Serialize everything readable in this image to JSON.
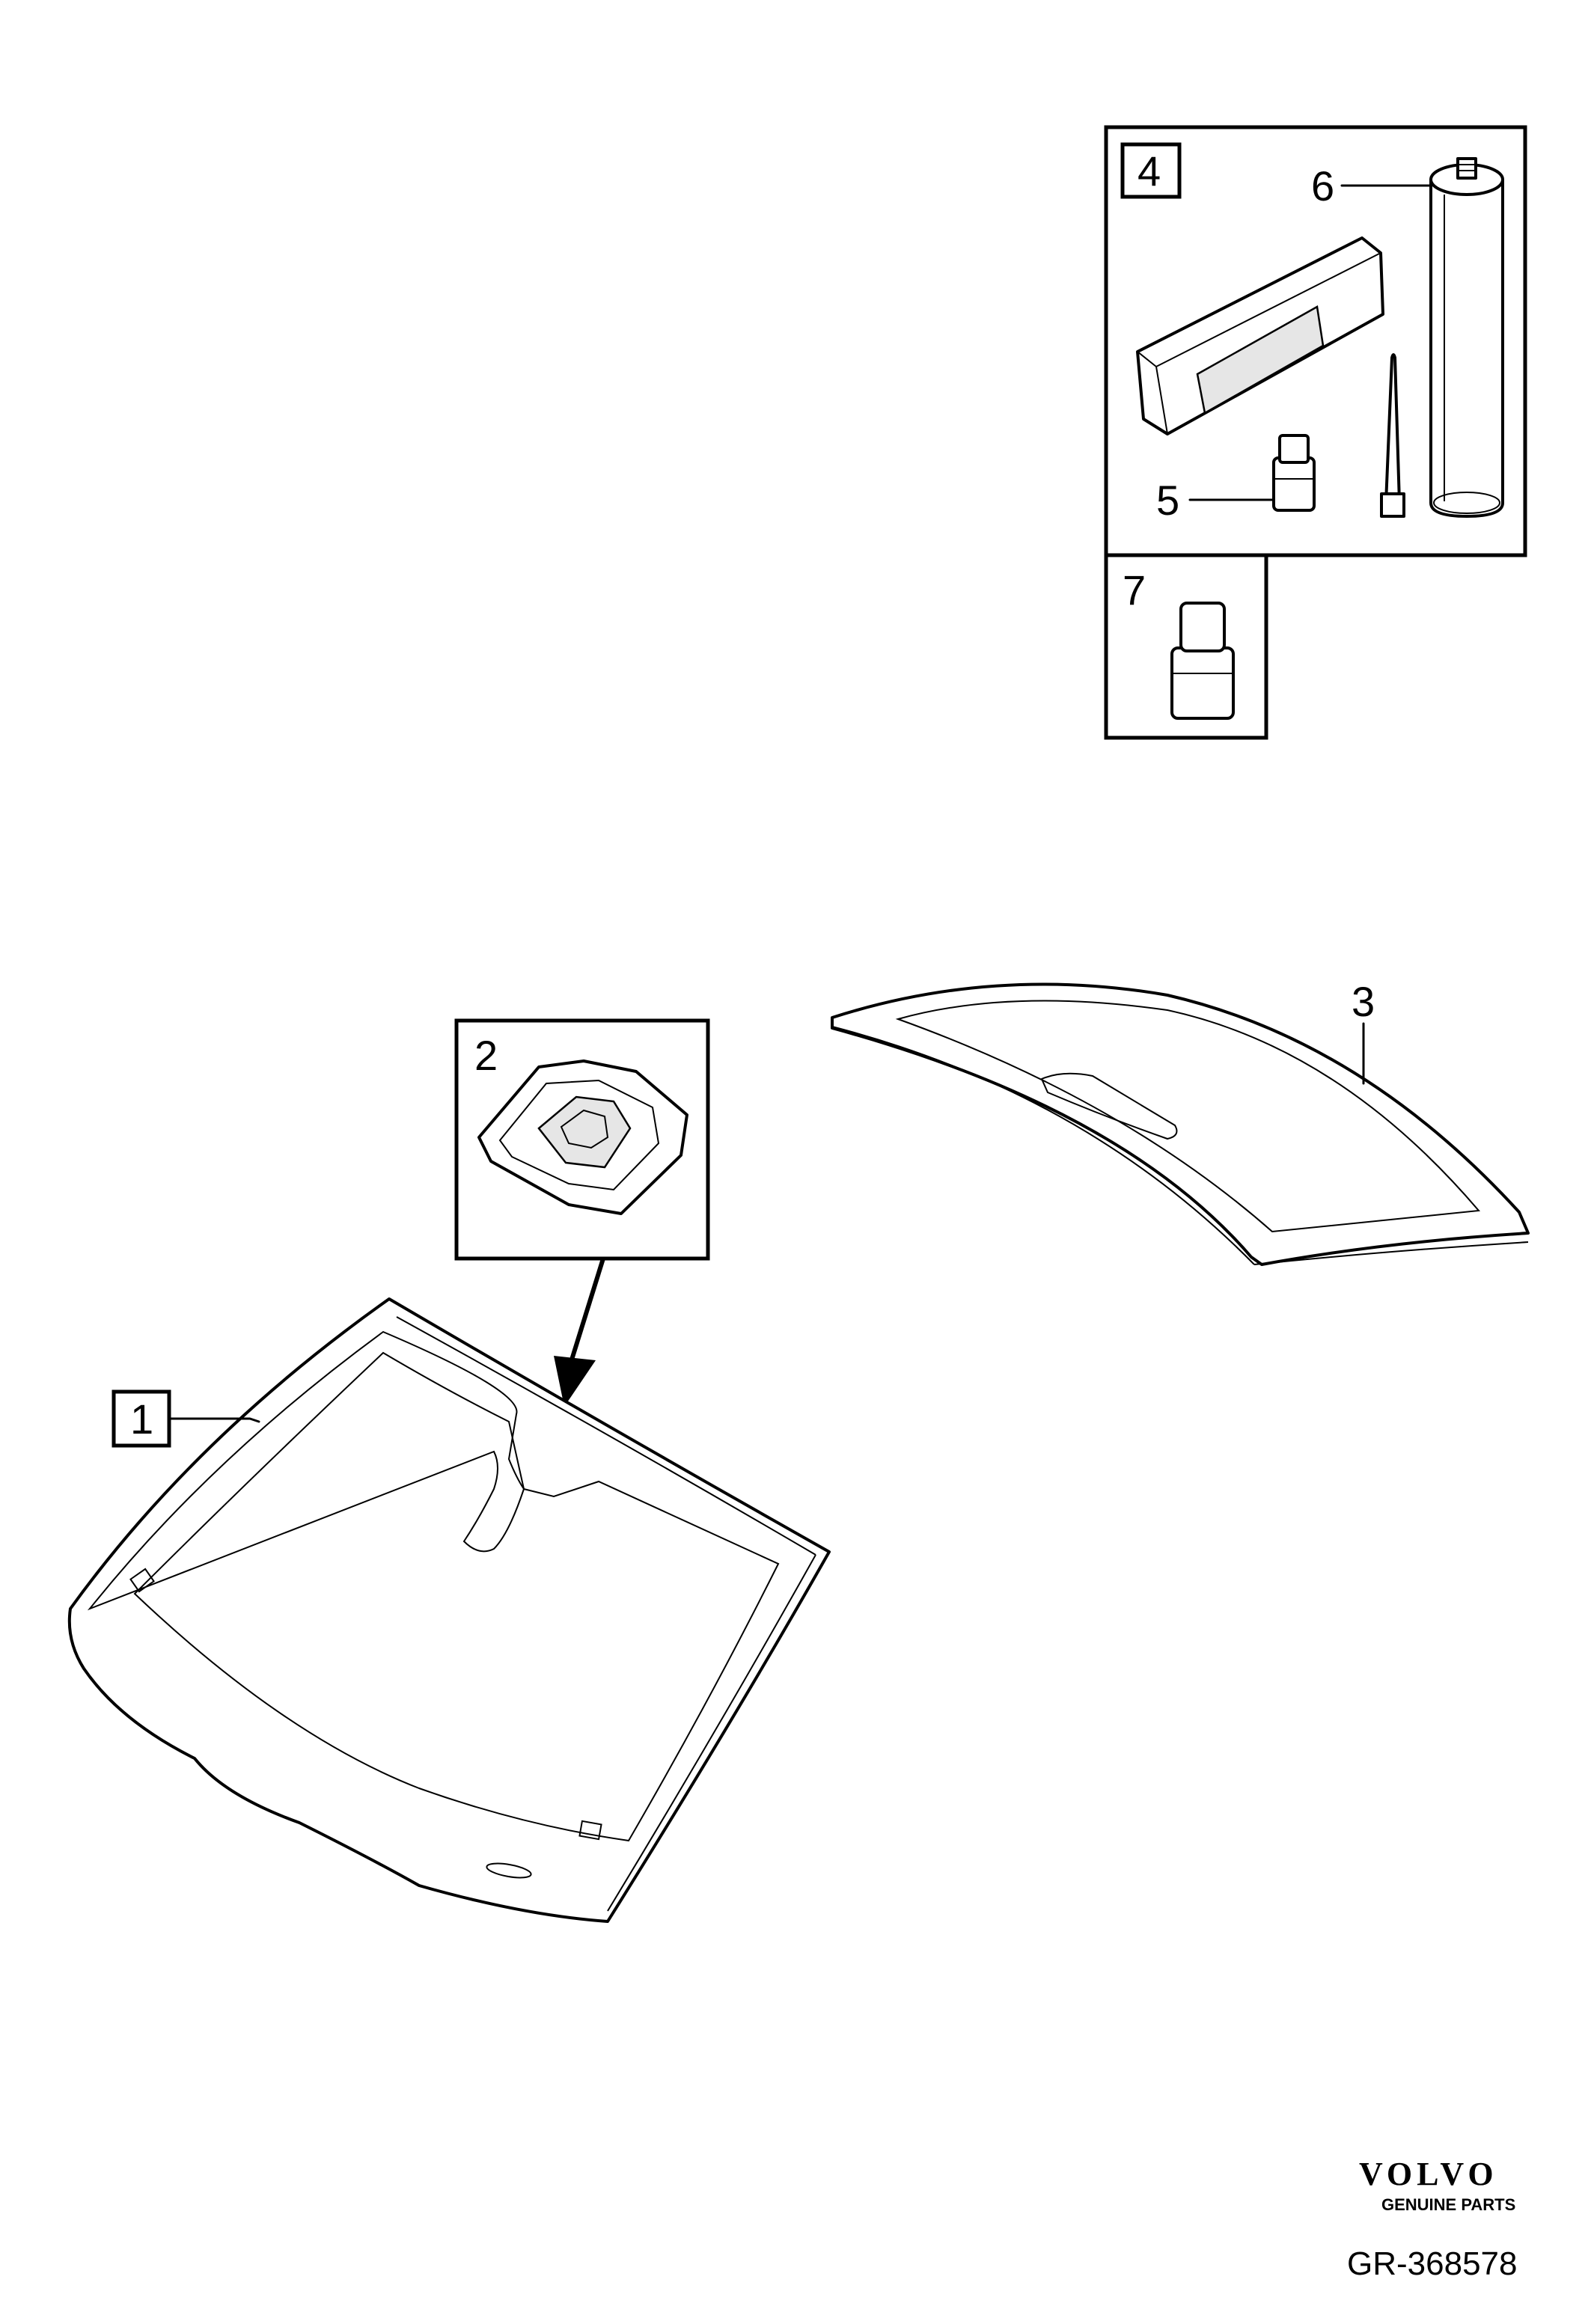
{
  "diagram": {
    "callouts": [
      {
        "id": "1",
        "text": "1",
        "boxed": true
      },
      {
        "id": "2",
        "text": "2",
        "boxed": false
      },
      {
        "id": "3",
        "text": "3",
        "boxed": false
      },
      {
        "id": "4",
        "text": "4",
        "boxed": true
      },
      {
        "id": "5",
        "text": "5",
        "boxed": false
      },
      {
        "id": "6",
        "text": "6",
        "boxed": false
      },
      {
        "id": "7",
        "text": "7",
        "boxed": false
      }
    ],
    "brand": {
      "logo_text": "VOLVO",
      "tagline": "GENUINE PARTS"
    },
    "reference": "GR-368578",
    "icons": [
      "windshield-icon",
      "sensor-bracket-icon",
      "rear-window-icon",
      "adhesive-cartridge-icon",
      "primer-bottle-icon",
      "nozzle-icon",
      "cleaner-pack-icon"
    ]
  }
}
